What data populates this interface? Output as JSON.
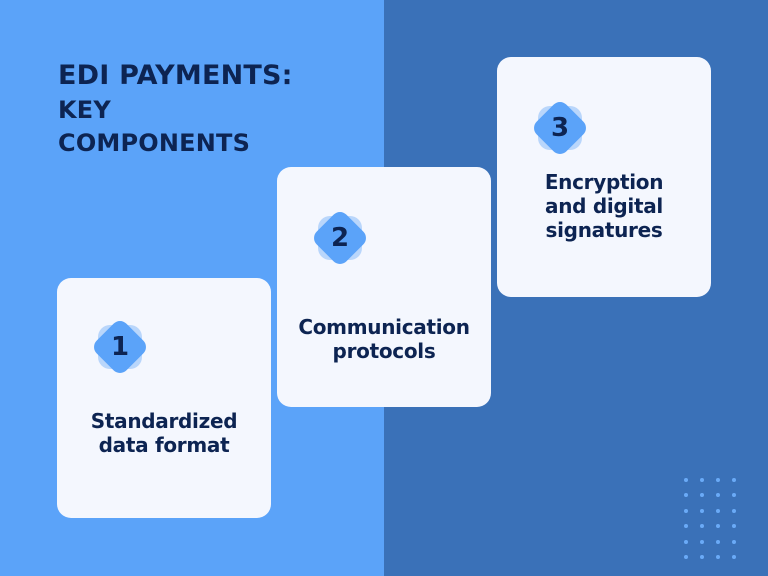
{
  "colors": {
    "background_left": "#5ba3f9",
    "background_right": "#3a71b8",
    "card": "#f4f7fe",
    "badge": "#5ba3f9",
    "badge_back": "#b9d6fb",
    "text": "#0d2452"
  },
  "title": {
    "line1": "EDI PAYMENTS:",
    "line2": "KEY",
    "line3": "COMPONENTS"
  },
  "cards": [
    {
      "number": "1",
      "lines": [
        "Standardized",
        "data format"
      ]
    },
    {
      "number": "2",
      "lines": [
        "Communication",
        "protocols"
      ]
    },
    {
      "number": "3",
      "lines": [
        "Encryption",
        "and digital",
        "signatures"
      ]
    }
  ],
  "decoration": {
    "dot_grid": {
      "columns": 4,
      "rows": 6
    }
  }
}
